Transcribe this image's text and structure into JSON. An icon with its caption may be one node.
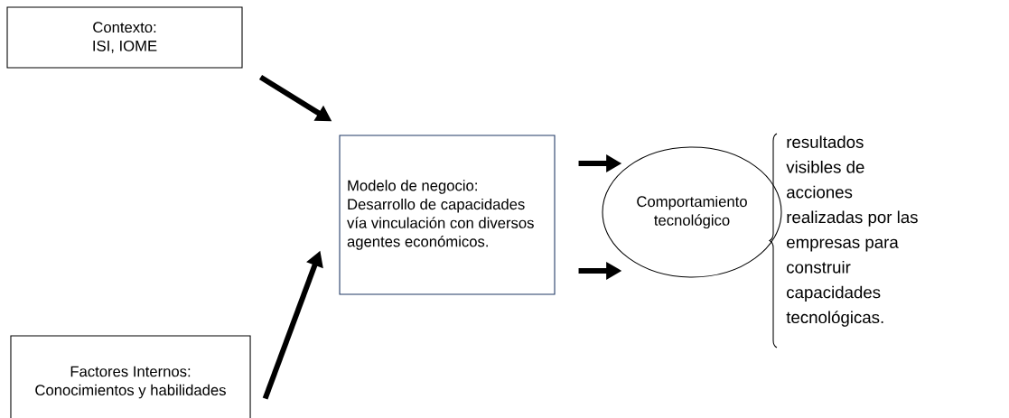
{
  "diagram": {
    "nodes": [
      {
        "text": [
          "Contexto:",
          "ISI, IOME"
        ]
      },
      {
        "text": [
          "Factores Internos:",
          "Conocimientos y habilidades"
        ]
      },
      {
        "text": [
          "Modelo de negocio:",
          "Desarrollo de capacidades vía vinculación con diversos agentes económicos."
        ]
      },
      {
        "text": [
          "Comportamiento tecnológico"
        ],
        "beside": [
          "resultados visibles de acciones realizadas por las empresas para construir capacidades tecnológicas."
        ]
      }
    ],
    "edges": [
      {
        "from": 0,
        "to": 2,
        "arrow": "to"
      },
      {
        "from": 1,
        "to": 2,
        "arrow": "to"
      },
      {
        "from": 2,
        "to": 3,
        "arrow": "to"
      },
      {
        "from": 2,
        "to": 3,
        "arrow": "to"
      }
    ]
  }
}
